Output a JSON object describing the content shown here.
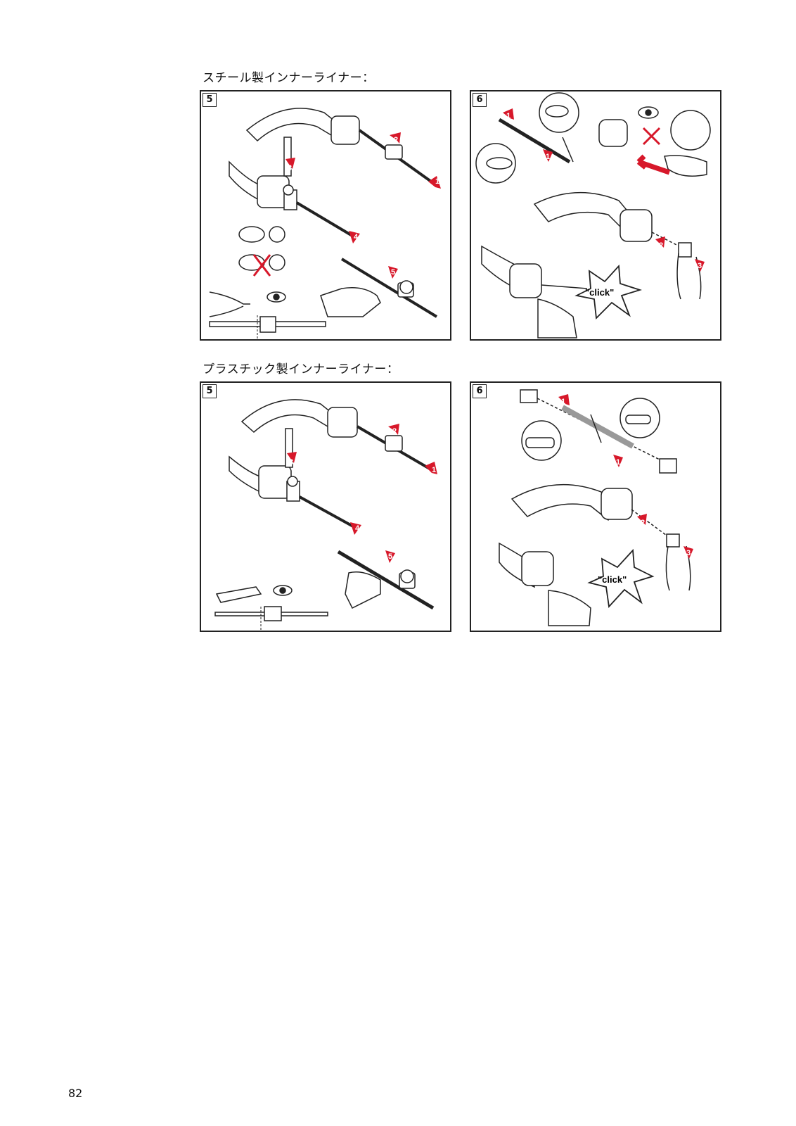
{
  "sections": {
    "steel": {
      "heading": "スチール製インナーライナー："
    },
    "plastic": {
      "heading": "プラスチック製インナーライナー："
    }
  },
  "panels": {
    "steel_5": {
      "step": "5"
    },
    "steel_6": {
      "step": "6",
      "sound": "\"click\""
    },
    "plastic_5": {
      "step": "5"
    },
    "plastic_6": {
      "step": "6",
      "sound": "\"click\""
    }
  },
  "badges": [
    "1",
    "2",
    "3",
    "4",
    "5"
  ],
  "colors": {
    "accent": "#d7182a",
    "line": "#222222"
  },
  "page": {
    "number": "82"
  }
}
